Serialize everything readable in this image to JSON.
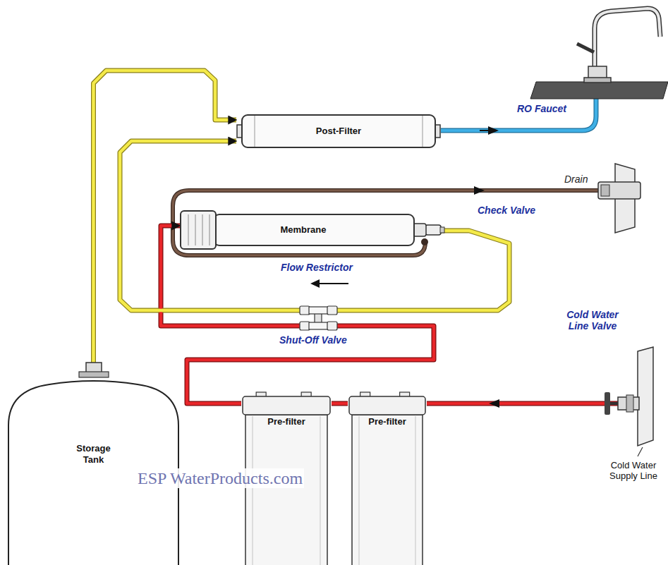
{
  "diagram": {
    "nodes": [
      {
        "text": [
          "Post-Filter"
        ]
      },
      {
        "text": [
          "Membrane"
        ]
      },
      {
        "text": [
          "Storage Tank"
        ]
      },
      {
        "text": [
          "Pre-filter"
        ]
      },
      {
        "text": [
          "Pre-filter"
        ]
      }
    ],
    "edges": [
      {
        "from": 4,
        "to": 3,
        "arrow": "none"
      },
      {
        "from": 3,
        "to": 1,
        "arrow": "to"
      },
      {
        "from": 1,
        "to": 0,
        "arrow": "to"
      },
      {
        "from": 2,
        "to": 0,
        "arrow": "both"
      }
    ],
    "labels": [
      "RO Faucet",
      "Drain",
      "Check Valve",
      "Flow Restrictor",
      "Shut-Off Valve",
      "Cold Water Line Valve",
      "Cold Water Supply Line",
      "ESP WaterProducts.com"
    ]
  }
}
